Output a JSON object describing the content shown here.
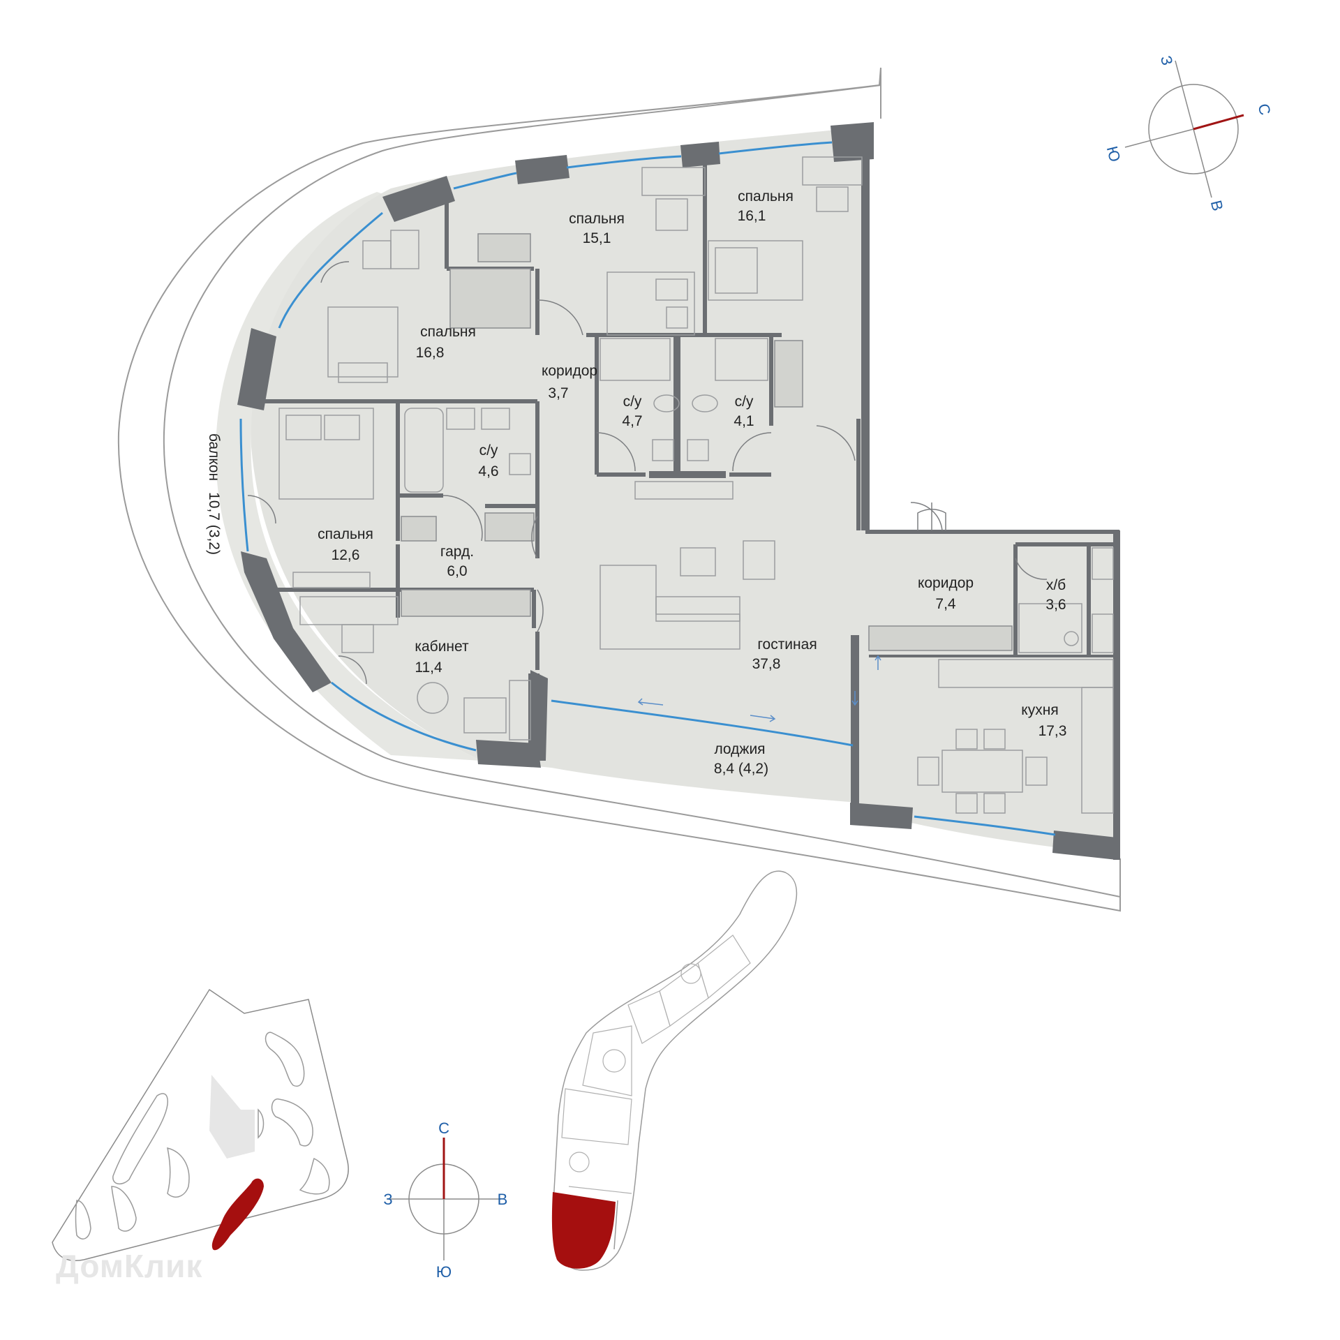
{
  "rooms": {
    "bedroom_a": {
      "label": "спальня",
      "area": "15,1"
    },
    "bedroom_b": {
      "label": "спальня",
      "area": "16,1"
    },
    "bedroom_c": {
      "label": "спальня",
      "area": "16,8"
    },
    "bedroom_d": {
      "label": "спальня",
      "area": "12,6"
    },
    "corridor_a": {
      "label": "коридор",
      "area": "3,7"
    },
    "bath_a": {
      "label": "с/у",
      "area": "4,7"
    },
    "bath_b": {
      "label": "с/у",
      "area": "4,1"
    },
    "bath_c": {
      "label": "с/у",
      "area": "4,6"
    },
    "wardrobe": {
      "label": "гард.",
      "area": "6,0"
    },
    "study": {
      "label": "кабинет",
      "area": "11,4"
    },
    "living": {
      "label": "гостиная",
      "area": "37,8"
    },
    "loggia": {
      "label": "лоджия",
      "area": "8,4 (4,2)"
    },
    "corridor_b": {
      "label": "коридор",
      "area": "7,4"
    },
    "utility": {
      "label": "х/б",
      "area": "3,6"
    },
    "kitchen": {
      "label": "кухня",
      "area": "17,3"
    },
    "balcony": {
      "label": "балкон",
      "area": "10,7 (3,2)"
    }
  },
  "compass_top": {
    "n": "С",
    "s": "Ю",
    "e": "В",
    "w": "З",
    "accent": "#a01414"
  },
  "compass_bottom": {
    "n": "С",
    "s": "Ю",
    "e": "В",
    "w": "З",
    "accent": "#a01414"
  },
  "colors": {
    "wall": "#6b6e72",
    "floor": "#e3e4e0",
    "highlight": "#a50f0f",
    "window": "#3a8fd0",
    "compass_text": "#1f5fa8"
  },
  "watermark": {
    "text": "ДомКлик"
  }
}
